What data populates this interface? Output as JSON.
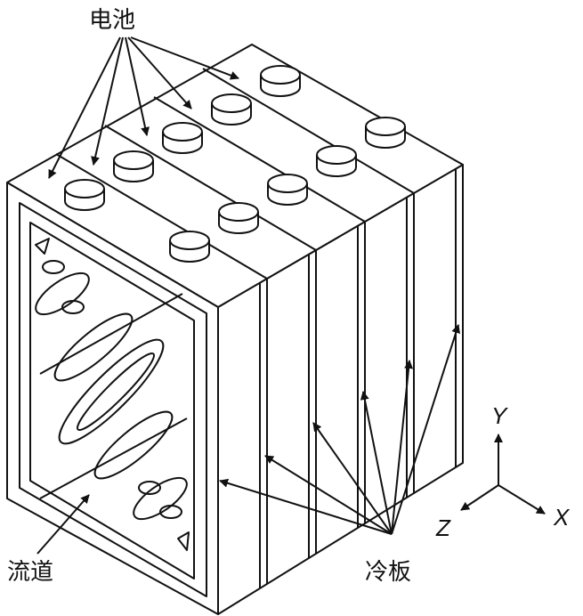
{
  "labels": {
    "battery": "电池",
    "flow_channel": "流道",
    "cold_plate": "冷板"
  },
  "axes": {
    "x": "X",
    "y": "Y",
    "z": "Z"
  },
  "colors": {
    "line": "#111111",
    "fill": "#ffffff"
  }
}
